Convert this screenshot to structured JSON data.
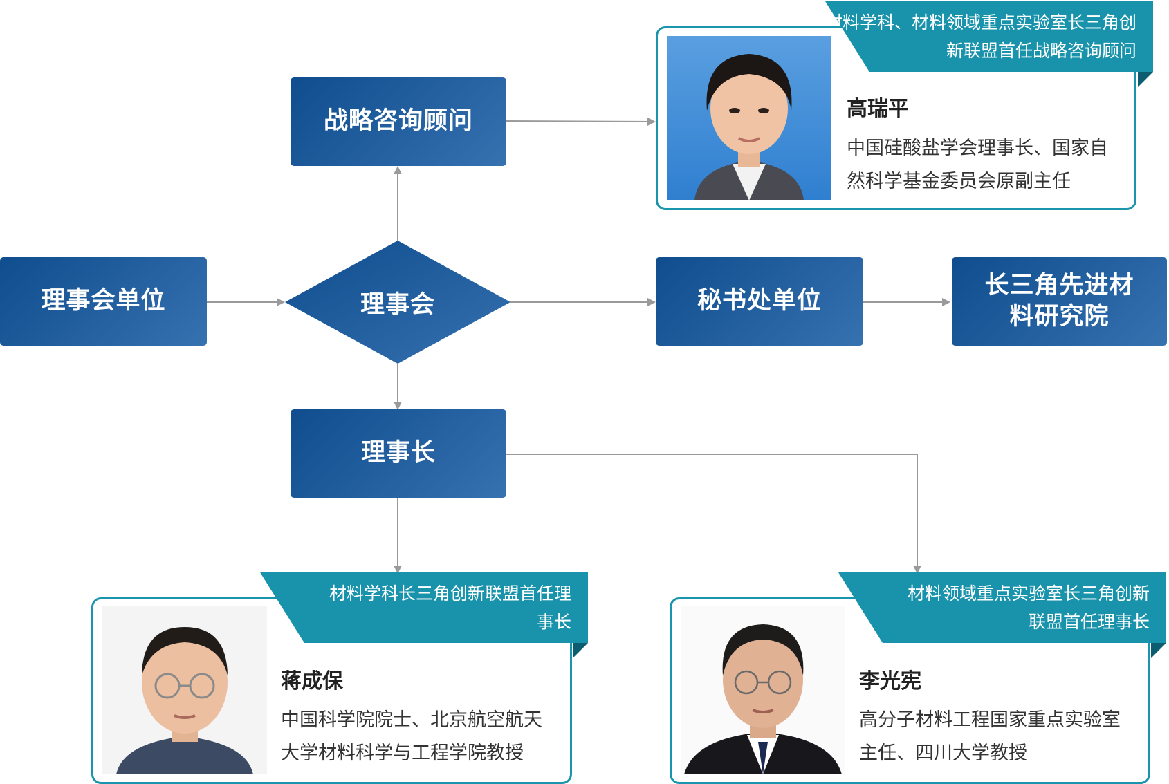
{
  "nodes": {
    "council_units": "理事会单位",
    "council": "理事会",
    "strategic_advisor": "战略咨询顾问",
    "secretariat_unit": "秘书处单位",
    "institute": "长三角先进材料研究院",
    "chairman": "理事长"
  },
  "people": {
    "advisor": {
      "ribbon": "材料学科、材料领域重点实验室长三角创新联盟首任战略咨询顾问",
      "name": "高瑞平",
      "desc": "中国硅酸盐学会理事长、国家自然科学基金委员会原副主任"
    },
    "chair_left": {
      "ribbon": "材料学科长三角创新联盟首任理事长",
      "name": "蒋成保",
      "desc": "中国科学院院士、北京航空航天大学材料科学与工程学院教授"
    },
    "chair_right": {
      "ribbon": "材料领域重点实验室长三角创新联盟首任理事长",
      "name": "李光宪",
      "desc": "高分子材料工程国家重点实验室主任、四川大学教授"
    }
  },
  "colors": {
    "node_dark": "#0f4d8e",
    "node_light": "#3671b0",
    "card_border": "#1b95ad",
    "ribbon": "#1893ab",
    "connector": "#9a9a9a"
  }
}
